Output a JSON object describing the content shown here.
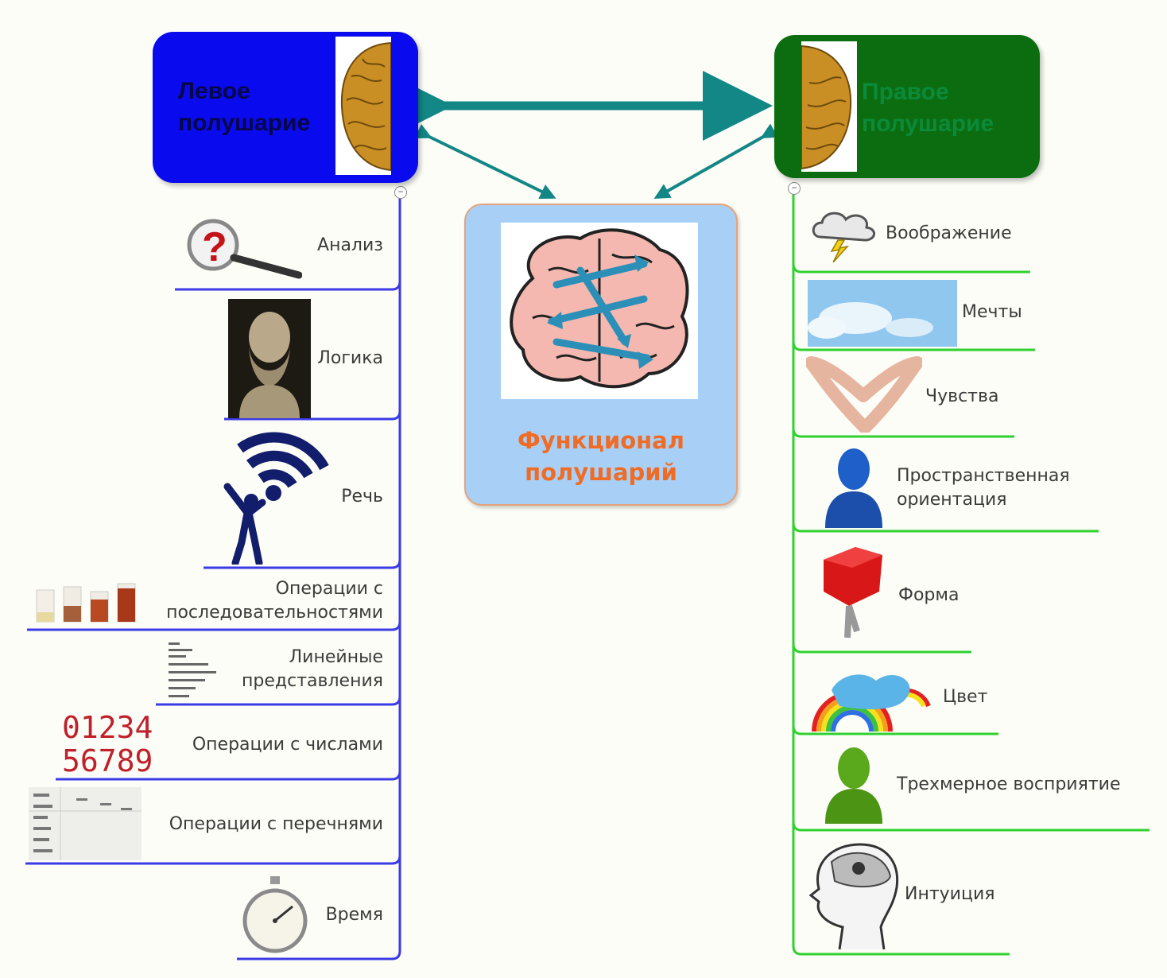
{
  "left_hub": {
    "title_line1": "Левое",
    "title_line2": "полушарие",
    "color": "#0a0aee"
  },
  "right_hub": {
    "title_line1": "Правое",
    "title_line2": "полушарие",
    "color": "#0b6d0f"
  },
  "center": {
    "title_line1": "Функционал",
    "title_line2": "полушарий",
    "title_color": "#ef6c26"
  },
  "left_items": [
    {
      "label": "Анализ",
      "icon": "magnifier-question-icon"
    },
    {
      "label": "Логика",
      "icon": "socrates-bust-icon"
    },
    {
      "label": "Речь",
      "icon": "speaking-person-icon"
    },
    {
      "label_line1": "Операции с",
      "label_line2": "последовательностями",
      "icon": "glasses-sequence-icon"
    },
    {
      "label_line1": "Линейные",
      "label_line2": "представления",
      "icon": "linear-list-icon"
    },
    {
      "label": "Операции с числами",
      "digits_line1": "01234",
      "digits_line2": "56789",
      "icon": "digits-icon"
    },
    {
      "label": "Операции с перечнями",
      "icon": "list-document-icon"
    },
    {
      "label": "Время",
      "icon": "stopwatch-icon"
    }
  ],
  "right_items": [
    {
      "label": "Воображение",
      "icon": "storm-cloud-icon"
    },
    {
      "label": "Мечты",
      "icon": "sky-clouds-icon"
    },
    {
      "label": "Чувства",
      "icon": "heart-hands-icon"
    },
    {
      "label_line1": "Пространственная",
      "label_line2": "ориентация",
      "icon": "blue-figure-icon"
    },
    {
      "label": "Форма",
      "icon": "red-cube-icon"
    },
    {
      "label": "Цвет",
      "icon": "rainbow-icon"
    },
    {
      "label": "Трехмерное восприятие",
      "icon": "green-figure-icon"
    },
    {
      "label": "Интуиция",
      "icon": "head-brain-icon"
    }
  ],
  "colors": {
    "left_branch": "#3a3ae6",
    "right_branch": "#2fd12f",
    "connector": "#138686"
  }
}
